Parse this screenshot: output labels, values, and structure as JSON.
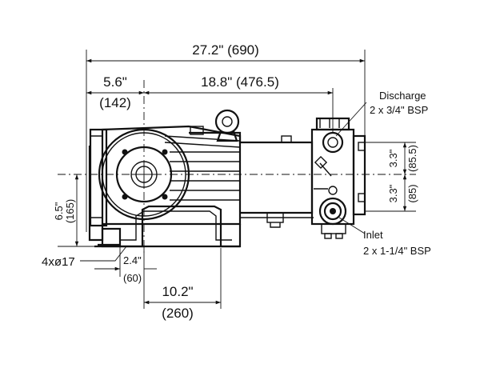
{
  "dimensions": {
    "overall_length": "27.2\" (690)",
    "left_offset_in": "5.6\"",
    "left_offset_mm": "(142)",
    "shaft_to_end": "18.8\" (476.5)",
    "shaft_height_in": "6.5\"",
    "shaft_height_mm": "(165)",
    "mount_hole_spacing_in": "2.4\"",
    "mount_hole_spacing_mm": "(60)",
    "base_length_in": "10.2\"",
    "base_length_mm": "(260)",
    "upper_port_offset_in": "3.3\"",
    "upper_port_offset_mm": "(85.5)",
    "lower_port_offset_in": "3.3\"",
    "lower_port_offset_mm": "(85)",
    "mount_holes": "4xø17"
  },
  "ports": {
    "discharge_title": "Discharge",
    "discharge_size": "2 x 3/4\" BSP",
    "inlet_title": "Inlet",
    "inlet_size": "2 x 1-1/4\" BSP"
  }
}
